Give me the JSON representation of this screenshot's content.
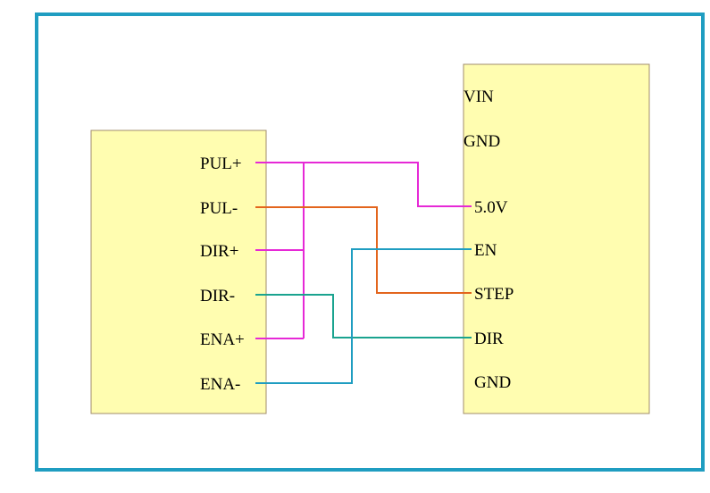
{
  "colors": {
    "frame": "#1f9dc1",
    "block_fill": "#fffdb0",
    "block_stroke": "#a08c6c",
    "wire_pul_plus": "#e629d6",
    "wire_pul_minus": "#e3651d",
    "wire_dir_minus": "#1aa38f",
    "wire_ena_minus": "#1f9dc1"
  },
  "left_block": {
    "pins": [
      "PUL+",
      "PUL-",
      "DIR+",
      "DIR-",
      "ENA+",
      "ENA-"
    ]
  },
  "right_block": {
    "top_labels": [
      "VIN",
      "GND"
    ],
    "pins": [
      "5.0V",
      "EN",
      "STEP",
      "DIR",
      "GND"
    ]
  }
}
